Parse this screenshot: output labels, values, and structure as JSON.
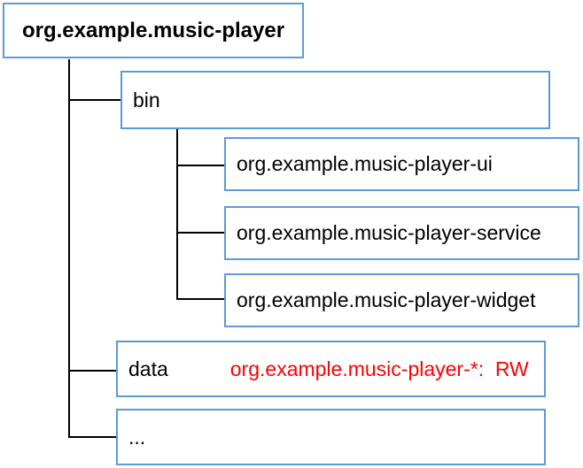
{
  "tree": {
    "root": {
      "label": "org.example.music-player"
    },
    "bin": {
      "label": "bin"
    },
    "bin_children": [
      {
        "label": "org.example.music-player-ui"
      },
      {
        "label": "org.example.music-player-service"
      },
      {
        "label": "org.example.music-player-widget"
      }
    ],
    "data_dir": {
      "label": "data",
      "permission": "org.example.music-player-*:  RW"
    },
    "more": {
      "label": "..."
    },
    "colors": {
      "box_border": "#5B9BD5",
      "permission_text": "#FF0000",
      "connector_line": "#000000"
    }
  }
}
